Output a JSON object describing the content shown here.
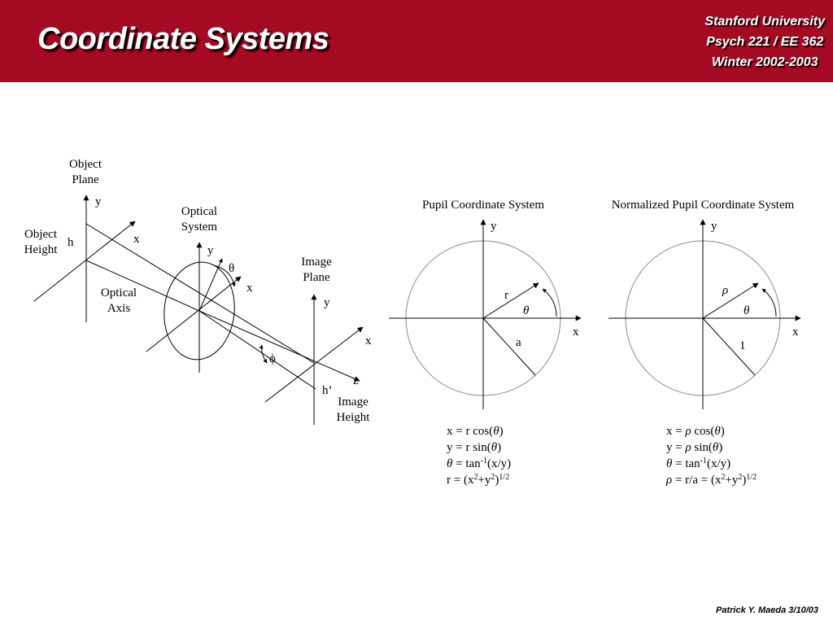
{
  "header": {
    "title": "Coordinate Systems",
    "org_lines": [
      "Stanford University",
      "Psych 221 / EE 362",
      "Winter 2002-2003"
    ],
    "colors": {
      "banner": "#a50a23",
      "text": "#ffffff"
    }
  },
  "optics": {
    "object_plane": [
      "Object",
      "Plane"
    ],
    "object_height": [
      "Object",
      "Height"
    ],
    "h": "h",
    "optical_axis": [
      "Optical",
      "Axis"
    ],
    "optical_system": [
      "Optical",
      "System"
    ],
    "image_plane": [
      "Image",
      "Plane"
    ],
    "image_height": [
      "Image",
      "Height"
    ],
    "h_prime": "h’",
    "theta": "θ",
    "phi": "ϕ",
    "x": "x",
    "y": "y",
    "z": "z"
  },
  "pupil": {
    "title": "Pupil Coordinate System",
    "y": "y",
    "x": "x",
    "r": "r",
    "theta": "θ",
    "a": "a",
    "equations": [
      {
        "pre": "x = r cos(",
        "sym": "θ",
        "post": ")"
      },
      {
        "pre": "y = r sin(",
        "sym": "θ",
        "post": ")"
      },
      {
        "sym": "θ",
        "pre": " = tan",
        "sup": "-1",
        "post": "(x/y)"
      },
      {
        "pre": "r = (x",
        "sup1": "2",
        "mid": "+y",
        "sup2": "2",
        "post": ")",
        "sup3": "1/2"
      }
    ]
  },
  "normalized": {
    "title": "Normalized Pupil Coordinate System",
    "y": "y",
    "x": "x",
    "rho": "ρ",
    "theta": "θ",
    "one": "1",
    "equations": [
      {
        "pre": "x = ",
        "sym": "ρ",
        "post": " cos(",
        "sym2": "θ",
        "end": ")"
      },
      {
        "pre": "y = ",
        "sym": "ρ",
        "post": " sin(",
        "sym2": "θ",
        "end": ")"
      },
      {
        "sym": "θ",
        "pre": " = tan",
        "sup": "-1",
        "post": "(x/y)"
      },
      {
        "sym": "ρ",
        "pre": " = r/a = (x",
        "sup1": "2",
        "mid": "+y",
        "sup2": "2",
        "post": ")",
        "sup3": "1/2"
      }
    ]
  },
  "footer": "Patrick Y. Maeda  3/10/03"
}
